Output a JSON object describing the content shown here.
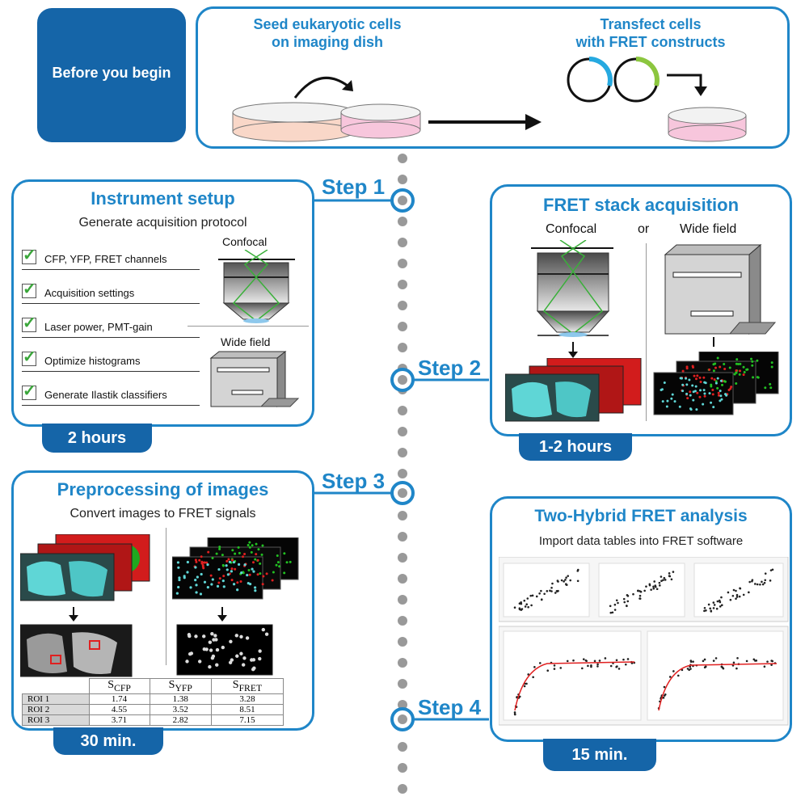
{
  "before": {
    "label": "Before you begin",
    "seed_line1": "Seed eukaryotic cells",
    "seed_line2": "on imaging dish",
    "transfect_line1": "Transfect cells",
    "transfect_line2": "with FRET constructs"
  },
  "steps": {
    "s1": "Step 1",
    "s2": "Step 2",
    "s3": "Step 3",
    "s4": "Step 4"
  },
  "instrument": {
    "title": "Instrument setup",
    "subtitle": "Generate acquisition protocol",
    "confocal": "Confocal",
    "widefield": "Wide field",
    "checklist": [
      "CFP, YFP, FRET channels",
      "Acquisition settings",
      "Laser power, PMT-gain",
      "Optimize histograms",
      "Generate Ilastik classifiers"
    ],
    "time": "2 hours"
  },
  "acquisition": {
    "title": "FRET stack acquisition",
    "confocal": "Confocal",
    "or": "or",
    "widefield": "Wide field",
    "time": "1-2 hours"
  },
  "preprocessing": {
    "title": "Preprocessing of images",
    "subtitle": "Convert images to FRET signals",
    "table": {
      "col1_main": "S",
      "col1_sub": "CFP",
      "col2_main": "S",
      "col2_sub": "YFP",
      "col3_main": "S",
      "col3_sub": "FRET",
      "rows": [
        {
          "label": "ROI 1",
          "v": [
            "1.74",
            "1.38",
            "3.28"
          ]
        },
        {
          "label": "ROI 2",
          "v": [
            "4.55",
            "3.52",
            "8.51"
          ]
        },
        {
          "label": "ROI 3",
          "v": [
            "3.71",
            "2.82",
            "7.15"
          ]
        }
      ]
    },
    "time": "30 min."
  },
  "analysis": {
    "title": "Two-Hybrid FRET analysis",
    "subtitle": "Import data tables into FRET software",
    "time": "15 min."
  },
  "colors": {
    "accent": "#1f86c8",
    "tab": "#1565a8",
    "cyan_cell": "#5fd6d6",
    "red_cell": "#e02020",
    "green_cell": "#22c022"
  }
}
